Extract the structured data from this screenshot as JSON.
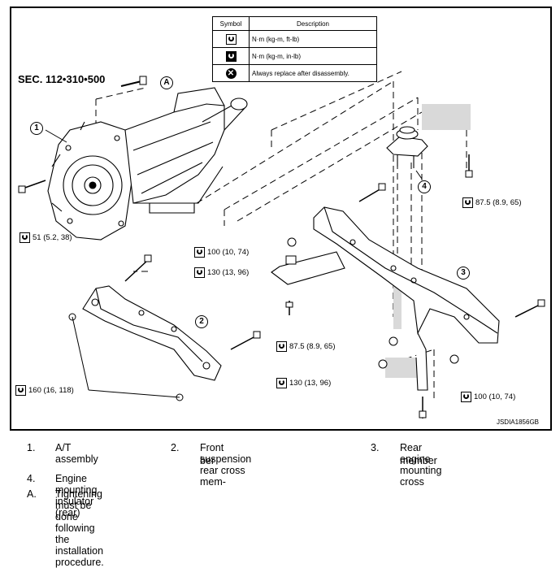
{
  "section_label": "SEC. 112•310•500",
  "drawing_code": "JSDIA1856GB",
  "symbol_table": {
    "header_symbol": "Symbol",
    "header_description": "Description",
    "rows": [
      {
        "icon": "torque-icon",
        "description": "N·m (kg-m, ft-lb)"
      },
      {
        "icon": "torque-inlb-icon",
        "description": "N·m (kg-m, in-lb)"
      },
      {
        "icon": "replace-icon",
        "description": "Always replace after disassembly."
      }
    ]
  },
  "callouts": {
    "c1": "1",
    "c2": "2",
    "c3": "3",
    "c4": "4",
    "cA": "A"
  },
  "torques": {
    "t51": "51 (5.2, 38)",
    "t875a": "87.5 (8.9, 65)",
    "t100a": "100 (10, 74)",
    "t130a": "130 (13, 96)",
    "t875b": "87.5 (8.9, 65)",
    "t160": "160 (16, 118)",
    "t130b": "130 (13, 96)",
    "t100b": "100 (10, 74)"
  },
  "legend": {
    "n1": "1.",
    "l1": "A/T assembly",
    "n2": "2.",
    "l2a": "Front suspension rear cross mem-",
    "l2b": "ber",
    "n3": "3.",
    "l3a": "Rear engine mounting cross",
    "l3b": "member",
    "n4": "4.",
    "l4": "Engine mounting insulator (rear)",
    "nA": "A.",
    "lA": "Tightening must be done following the installation procedure."
  },
  "colors": {
    "line": "#000000",
    "background": "#ffffff"
  }
}
